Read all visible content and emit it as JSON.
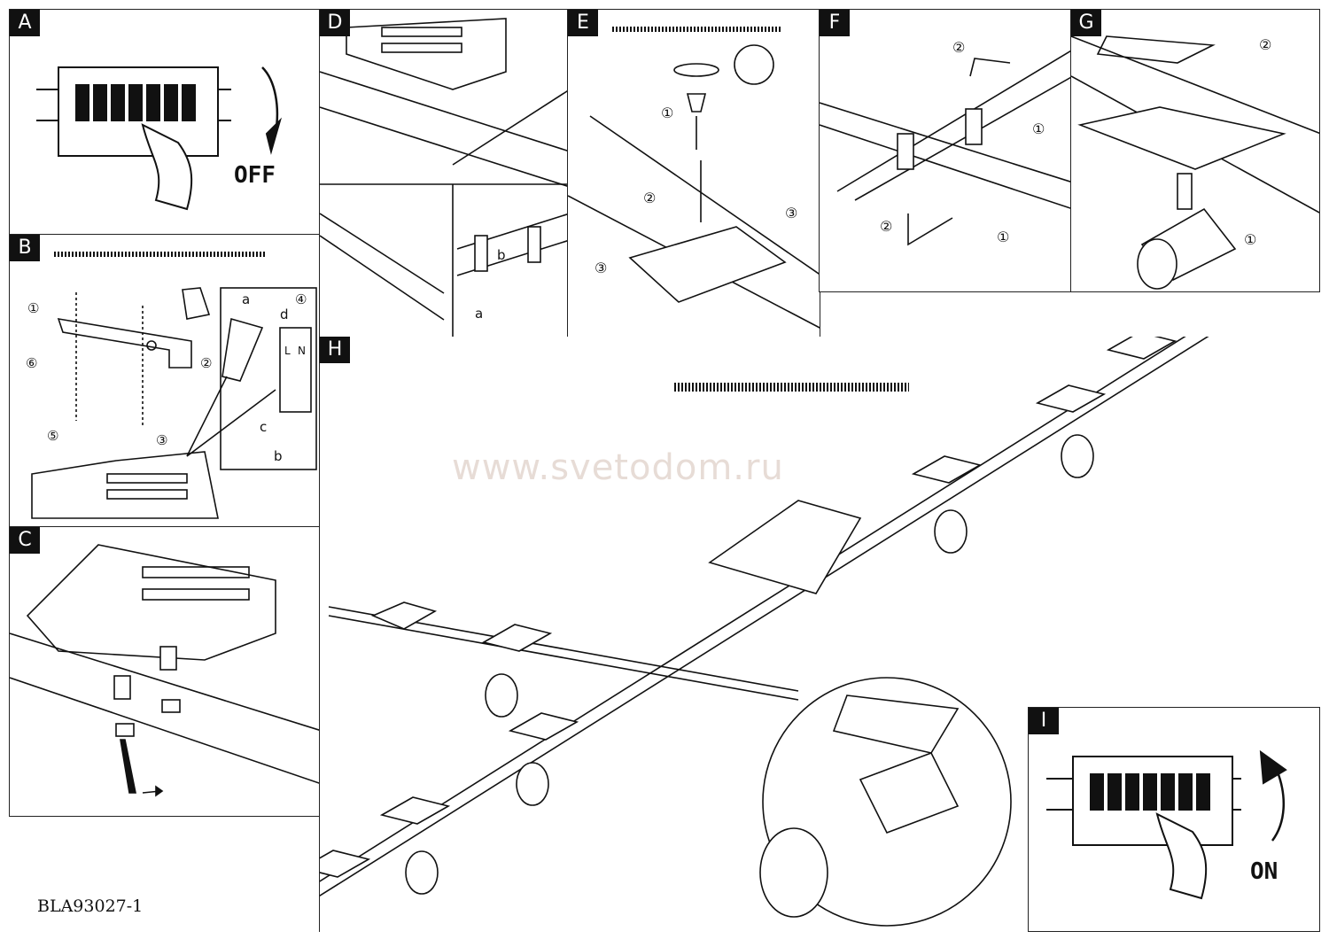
{
  "panels": {
    "A": {
      "tag": "A",
      "action": "OFF"
    },
    "B": {
      "tag": "B",
      "steps": [
        "①",
        "②",
        "③",
        "④",
        "⑤",
        "⑥"
      ],
      "wires": [
        "a",
        "b",
        "c",
        "d"
      ],
      "terminals": [
        "L",
        "N"
      ]
    },
    "C": {
      "tag": "C"
    },
    "D": {
      "tag": "D",
      "labels": [
        "a",
        "b"
      ]
    },
    "E": {
      "tag": "E",
      "steps": [
        "①",
        "②",
        "③",
        "③"
      ]
    },
    "F": {
      "tag": "F",
      "steps": [
        "②",
        "①",
        "②",
        "①"
      ]
    },
    "G": {
      "tag": "G",
      "steps": [
        "②",
        "①"
      ]
    },
    "H": {
      "tag": "H"
    },
    "I": {
      "tag": "I",
      "action": "ON"
    }
  },
  "watermark": "www.svetodom.ru",
  "document_code": "BLA93027-1",
  "colors": {
    "line": "#111111",
    "watermark": "#e7dcd6"
  }
}
